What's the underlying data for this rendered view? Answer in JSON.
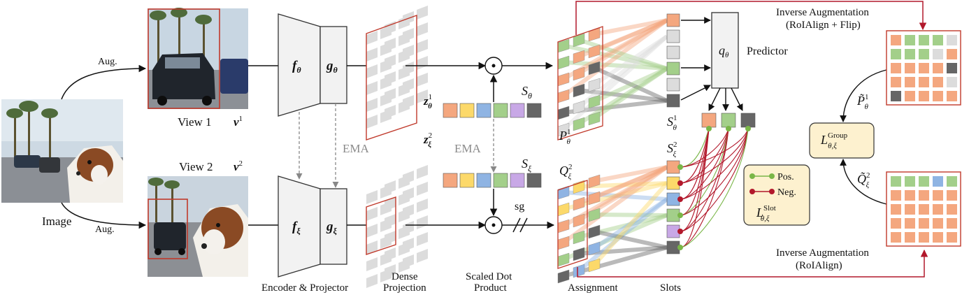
{
  "labels": {
    "image": "Image",
    "aug_top": "Aug.",
    "aug_bottom": "Aug.",
    "view1": "View 1",
    "view1_sym": "v",
    "view1_sup": "1",
    "view2": "View 2",
    "view2_sym": "v",
    "view2_sup": "2",
    "f_theta": "f",
    "f_theta_sub": "θ",
    "g_theta": "g",
    "g_theta_sub": "θ",
    "f_xi": "f",
    "f_xi_sub": "ξ",
    "g_xi": "g",
    "g_xi_sub": "ξ",
    "ema_left": "EMA",
    "ema_mid": "EMA",
    "z_theta": "z",
    "z_theta_sub": "θ",
    "z_theta_sup": "1",
    "z_xi": "z",
    "z_xi_sub": "ξ",
    "z_xi_sup": "2",
    "s_theta": "S",
    "s_theta_sub": "θ",
    "s_xi": "S",
    "s_xi_sub": "ξ",
    "sg": "sg",
    "q_theta": "q",
    "q_theta_sub": "θ",
    "predictor": "Predictor",
    "p_theta": "P",
    "p_theta_sub": "θ",
    "p_theta_sup": "1",
    "q_xi_cal": "Q",
    "q_xi_sub": "ξ",
    "q_xi_sup": "2",
    "s1_theta": "S",
    "s1_theta_sub": "θ",
    "s1_theta_sup": "1",
    "s2_xi": "S",
    "s2_xi_sub": "ξ",
    "s2_xi_sup": "2",
    "inv_aug_top_1": "Inverse Augmentation",
    "inv_aug_top_2": "(RoIAlign + Flip)",
    "inv_aug_bot_1": "Inverse Augmentation",
    "inv_aug_bot_2": "(RoIAlign)",
    "ptilde": "P̃",
    "ptilde_sub": "θ",
    "ptilde_sup": "1",
    "qtilde": "Q̃",
    "qtilde_sub": "ξ",
    "qtilde_sup": "2",
    "loss_group": "L",
    "loss_group_sup": "Group",
    "loss_group_sub": "θ,ξ",
    "loss_slot": "L",
    "loss_slot_sup": "Slot",
    "loss_slot_sub": "θ,ξ",
    "legend_pos": "Pos.",
    "legend_neg": "Neg.",
    "bottom_encoder": "Encoder & Projector",
    "bottom_dense_1": "Dense",
    "bottom_dense_2": "Projection",
    "bottom_dot_1": "Scaled Dot",
    "bottom_dot_2": "Product",
    "bottom_assign": "Assignment",
    "bottom_slots": "Slots"
  },
  "colors": {
    "orange": "#f4a77f",
    "yellow": "#fcd96a",
    "blue": "#8fb4e3",
    "green": "#a3cf8a",
    "purple": "#c8a8e6",
    "dark": "#666666",
    "lightgray": "#dcdcdc",
    "red": "#b2182b",
    "pos_green": "#7ab648"
  },
  "prototypes": [
    "orange",
    "yellow",
    "blue",
    "green",
    "purple",
    "dark"
  ],
  "slots_theta": [
    "orange",
    "lightgray",
    "lightgray",
    "green",
    "lightgray",
    "dark"
  ],
  "slots_xi": [
    "orange",
    "yellow",
    "blue",
    "green",
    "purple",
    "dark"
  ],
  "pred_slots": [
    "orange",
    "green",
    "dark"
  ],
  "grid_top": [
    [
      "orange",
      "green",
      "green",
      "green",
      "lightgray"
    ],
    [
      "green",
      "green",
      "green",
      "lightgray",
      "orange"
    ],
    [
      "orange",
      "orange",
      "orange",
      "orange",
      "dark"
    ],
    [
      "orange",
      "orange",
      "orange",
      "orange",
      "lightgray"
    ],
    [
      "dark",
      "orange",
      "orange",
      "orange",
      "orange"
    ]
  ],
  "grid_bottom": [
    [
      "green",
      "green",
      "green",
      "blue",
      "green"
    ],
    [
      "orange",
      "orange",
      "orange",
      "orange",
      "orange"
    ],
    [
      "orange",
      "orange",
      "orange",
      "orange",
      "orange"
    ],
    [
      "orange",
      "orange",
      "orange",
      "orange",
      "orange"
    ],
    [
      "orange",
      "orange",
      "orange",
      "orange",
      "orange"
    ]
  ]
}
